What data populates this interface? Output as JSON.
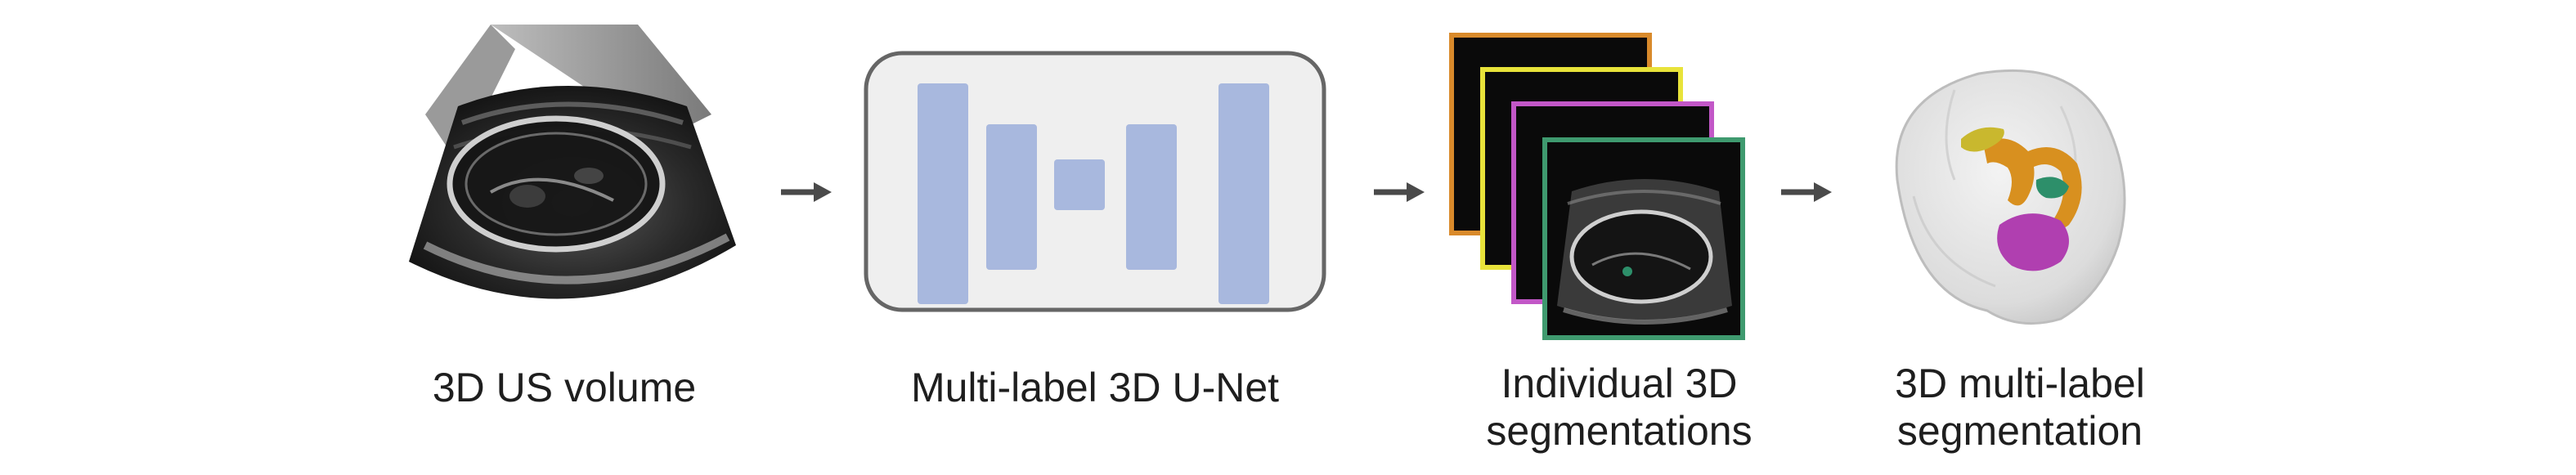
{
  "stages": [
    {
      "label": "3D US volume"
    },
    {
      "label": "Multi-label 3D U-Net"
    },
    {
      "label_line1": "Individual 3D",
      "label_line2": "segmentations"
    },
    {
      "label_line1": "3D multi-label",
      "label_line2": "segmentation"
    }
  ],
  "colors": {
    "unet_box_fill": "#efefef",
    "unet_box_stroke": "#666666",
    "unet_block": "#a8b8de",
    "arrow": "#4a4a4a",
    "frame_orange": "#d98a2b",
    "frame_yellow": "#e8e33a",
    "frame_magenta": "#c257c7",
    "frame_green": "#3f9a6f",
    "seg_orange": "#d8901f",
    "seg_yellow": "#c9b82e",
    "seg_green": "#2d8f6a",
    "seg_magenta": "#b03fb0"
  },
  "icons": [
    "ultrasound-volume-image",
    "unet-architecture-icon",
    "segmentation-stack-icon",
    "brain-3d-render-icon",
    "right-arrow-icon"
  ]
}
